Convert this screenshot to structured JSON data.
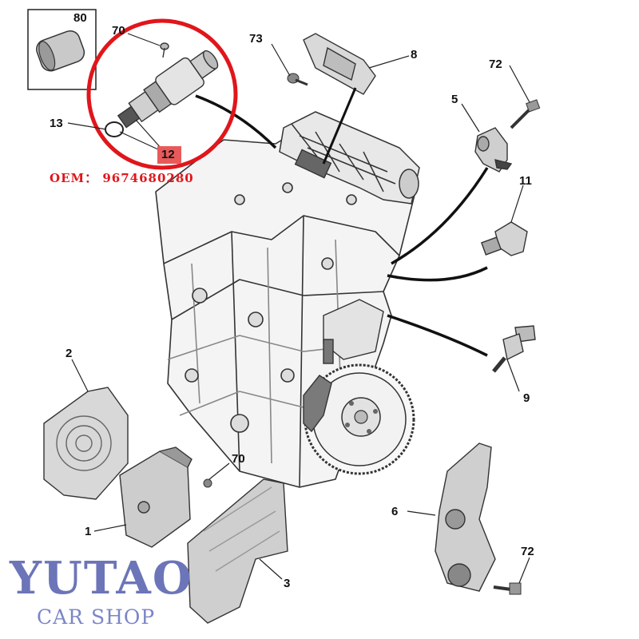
{
  "oem_text": "OEM： 9674680280",
  "watermark": {
    "brand": "YUTAO",
    "subtitle": "CAR SHOP"
  },
  "callouts": {
    "c80": "80",
    "c70a": "70",
    "c73": "73",
    "c8": "8",
    "c72a": "72",
    "c5": "5",
    "c13": "13",
    "c12": "12",
    "c11": "11",
    "c9": "9",
    "c2": "2",
    "c70b": "70",
    "c6": "6",
    "c1": "1",
    "c72b": "72",
    "c3": "3"
  },
  "colors": {
    "highlight_circle": "#e0161b",
    "oem_text": "#e0161b",
    "watermark": "#6c75b8",
    "label12_bg": "#e85a5a"
  }
}
